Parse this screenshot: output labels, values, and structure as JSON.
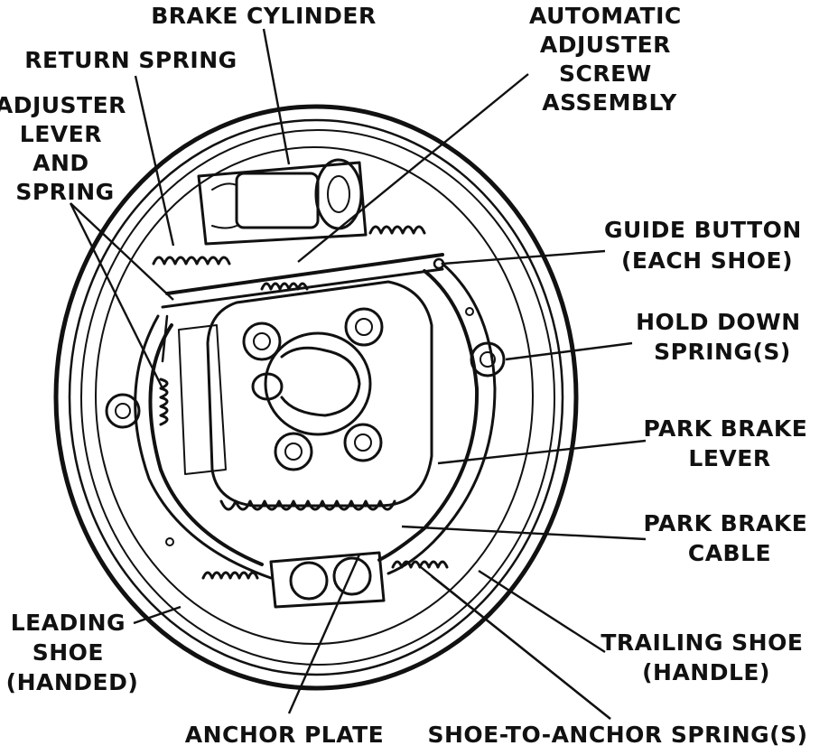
{
  "labels": {
    "brake_cylinder": [
      "BRAKE CYLINDER"
    ],
    "return_spring": [
      "RETURN SPRING"
    ],
    "adjuster_lever_spring": [
      "ADJUSTER",
      "LEVER",
      "AND",
      "SPRING"
    ],
    "automatic_adjuster": [
      "AUTOMATIC",
      "ADJUSTER",
      "SCREW",
      "ASSEMBLY"
    ],
    "guide_button": [
      "GUIDE BUTTON",
      "(EACH SHOE)"
    ],
    "hold_down_spring": [
      "HOLD DOWN",
      "SPRING(S)"
    ],
    "park_brake_lever": [
      "PARK BRAKE",
      "LEVER"
    ],
    "park_brake_cable": [
      "PARK BRAKE",
      "CABLE"
    ],
    "leading_shoe": [
      "LEADING",
      "SHOE",
      "(HANDED)"
    ],
    "trailing_shoe": [
      "TRAILING SHOE",
      "(HANDLE)"
    ],
    "anchor_plate": [
      "ANCHOR PLATE"
    ],
    "shoe_to_anchor_spring": [
      "SHOE-TO-ANCHOR SPRING(S)"
    ]
  },
  "colors": {
    "ink": "#111111",
    "paper": "#ffffff"
  }
}
